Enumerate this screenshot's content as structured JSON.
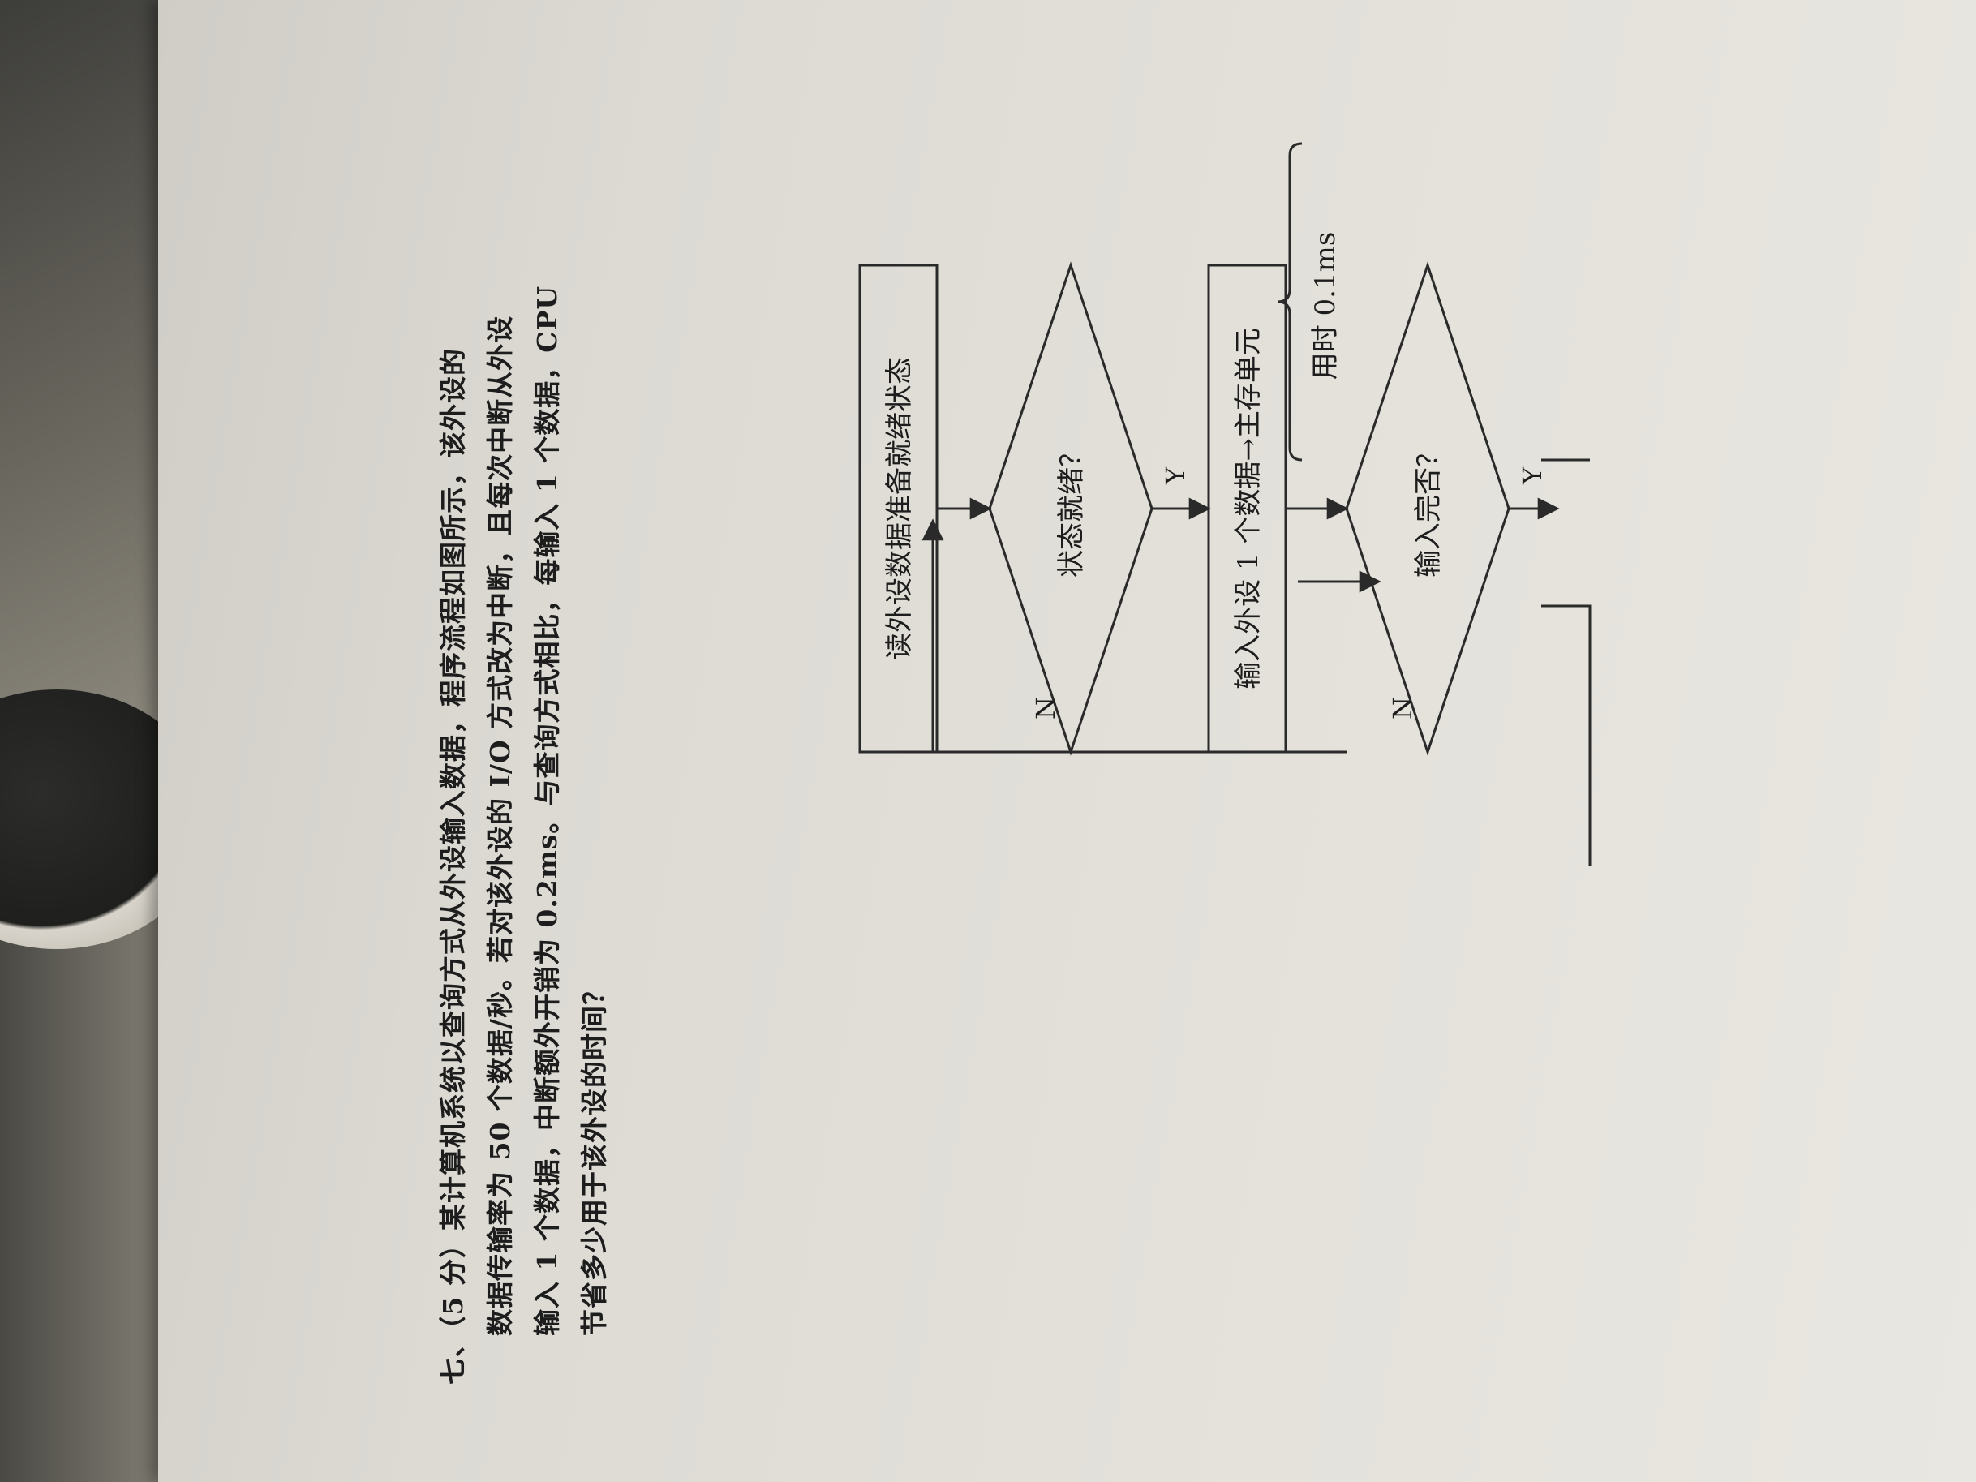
{
  "question": {
    "line1": "七、（5 分）某计算机系统以查询方式从外设输入数据，程序流程如图所示，该外设的",
    "line2": "数据传输率为 50 个数据/秒。若对该外设的 I/O 方式改为中断，且每次中断从外设",
    "line3": "输入 1 个数据，中断额外开销为 0.2ms。与查询方式相比，每输入 1 个数据，CPU",
    "line4": "节省多少用于该外设的时间？"
  },
  "flowchart": {
    "box_read_status": "读外设数据准备就绪状态",
    "diamond_ready": "状态就绪？",
    "box_input": "输入外设 1 个数据→主存单元",
    "diamond_done": "输入完否？",
    "label_y1": "Y",
    "label_n1": "N",
    "label_y2": "Y",
    "label_n2": "N",
    "time_note": "用时 0.1ms"
  }
}
